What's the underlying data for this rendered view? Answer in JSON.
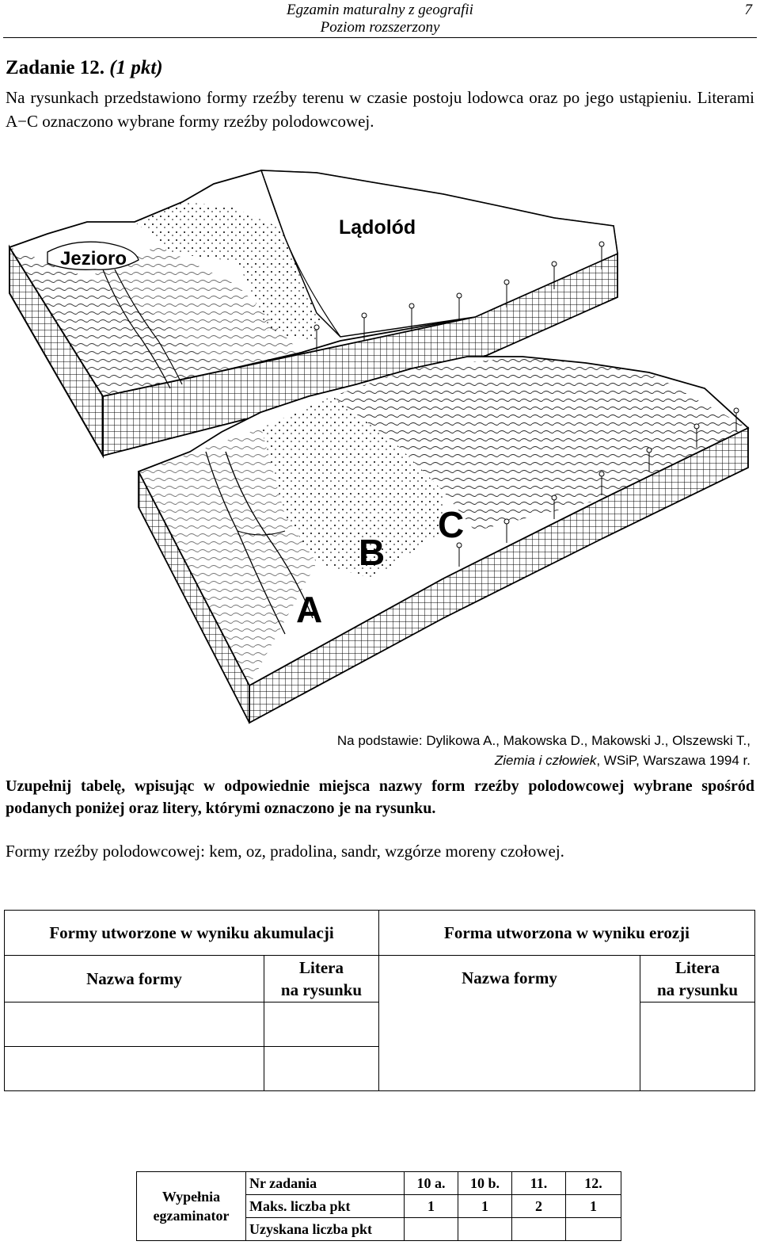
{
  "header": {
    "line1": "Egzamin maturalny z geografii",
    "line2": "Poziom rozszerzony",
    "page_number": "7"
  },
  "task": {
    "title": "Zadanie 12.",
    "points": "(1 pkt)",
    "intro": "Na rysunkach przedstawiono formy rzeźby terenu w czasie postoju lodowca oraz po jego ustąpieniu. Literami A−C oznaczono wybrane formy rzeźby polodowcowej."
  },
  "figure": {
    "label_lake": "Jezioro",
    "label_ice": "Lądolód",
    "label_a": "A",
    "label_b": "B",
    "label_c": "C"
  },
  "source": {
    "line1": "Na podstawie: Dylikowa A., Makowska D., Makowski J., Olszewski T.,",
    "book_title": "Ziemia i człowiek",
    "publisher": ", WSiP, Warszawa 1994 r."
  },
  "instruction": "Uzupełnij tabelę, wpisując w odpowiednie miejsca nazwy form rzeźby polodowcowej wybrane spośród podanych poniżej oraz litery, którymi oznaczono je na rysunku.",
  "forms_list": "Formy rzeźby polodowcowej: kem, oz, pradolina, sandr, wzgórze moreny czołowej.",
  "answer_table": {
    "accumulation_header": "Formy utworzone w wyniku akumulacji",
    "erosion_header": "Forma utworzona w wyniku erozji",
    "name_col": "Nazwa formy",
    "letter_col_line1": "Litera",
    "letter_col_line2": "na rysunku"
  },
  "score_table": {
    "examiner_line1": "Wypełnia",
    "examiner_line2": "egzaminator",
    "row_task": "Nr zadania",
    "row_max": "Maks. liczba pkt",
    "row_got": "Uzyskana liczba pkt",
    "tasks": [
      "10 a.",
      "10 b.",
      "11.",
      "12."
    ],
    "max_points": [
      "1",
      "1",
      "2",
      "1"
    ]
  }
}
